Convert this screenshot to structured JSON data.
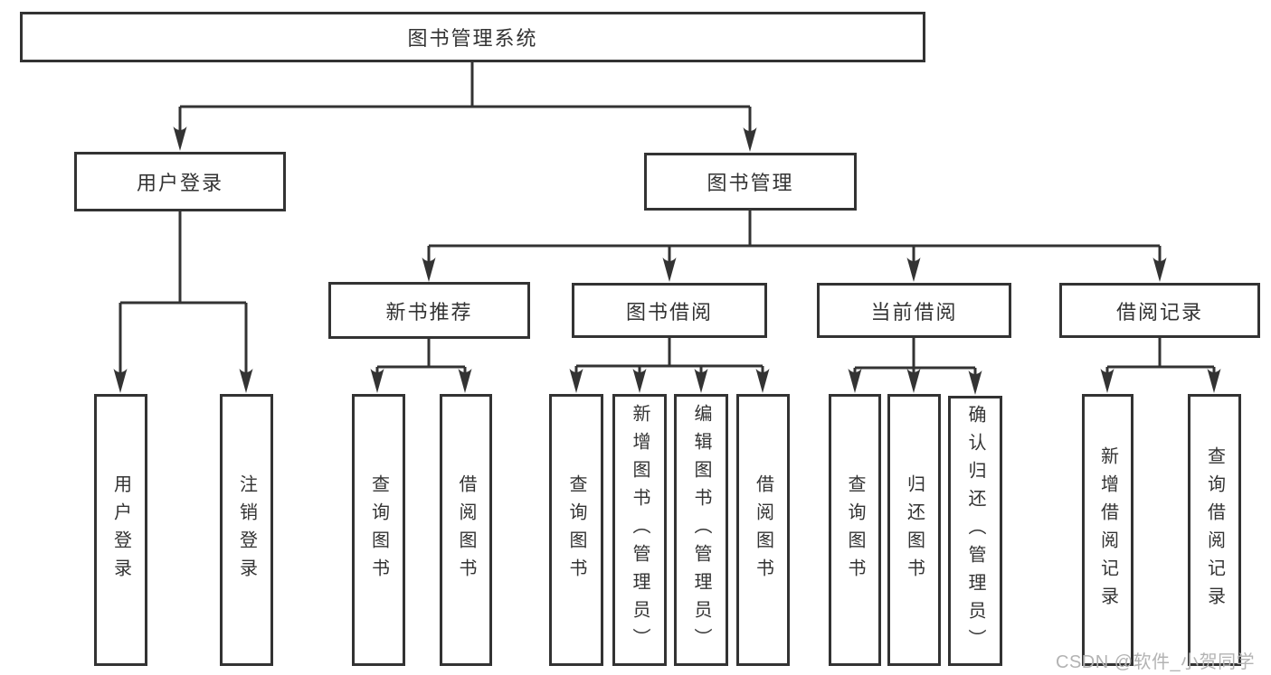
{
  "tree": {
    "label": "图书管理系统",
    "children": [
      {
        "label": "用户登录",
        "children": [
          {
            "label": "用户登录"
          },
          {
            "label": "注销登录"
          }
        ]
      },
      {
        "label": "图书管理",
        "children": [
          {
            "label": "新书推荐",
            "children": [
              {
                "label": "查询图书"
              },
              {
                "label": "借阅图书"
              }
            ]
          },
          {
            "label": "图书借阅",
            "children": [
              {
                "label": "查询图书"
              },
              {
                "label": "新增图书（管理员）"
              },
              {
                "label": "编辑图书（管理员）"
              },
              {
                "label": "借阅图书"
              }
            ]
          },
          {
            "label": "当前借阅",
            "children": [
              {
                "label": "查询图书"
              },
              {
                "label": "归还图书"
              },
              {
                "label": "确认归还（管理员）"
              }
            ]
          },
          {
            "label": "借阅记录",
            "children": [
              {
                "label": "新增借阅记录"
              },
              {
                "label": "查询借阅记录"
              }
            ]
          }
        ]
      }
    ]
  },
  "watermark": "CSDN @软件_小贺同学",
  "colors": {
    "line": "#333333",
    "box_border": "#333333",
    "background": "#ffffff",
    "text": "#333333",
    "watermark": "#b3b3b3"
  }
}
